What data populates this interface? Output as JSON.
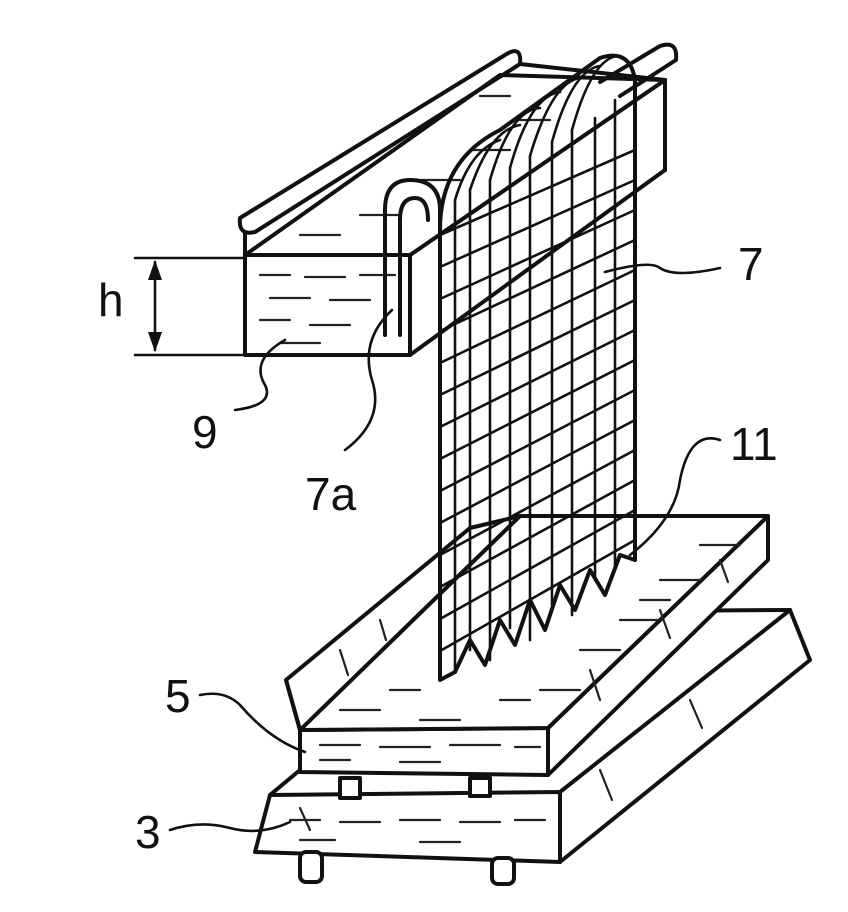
{
  "figure": {
    "labels": {
      "h": "h",
      "l9": "9",
      "l7a": "7a",
      "l7": "7",
      "l11": "11",
      "l5": "5",
      "l3": "3"
    }
  }
}
